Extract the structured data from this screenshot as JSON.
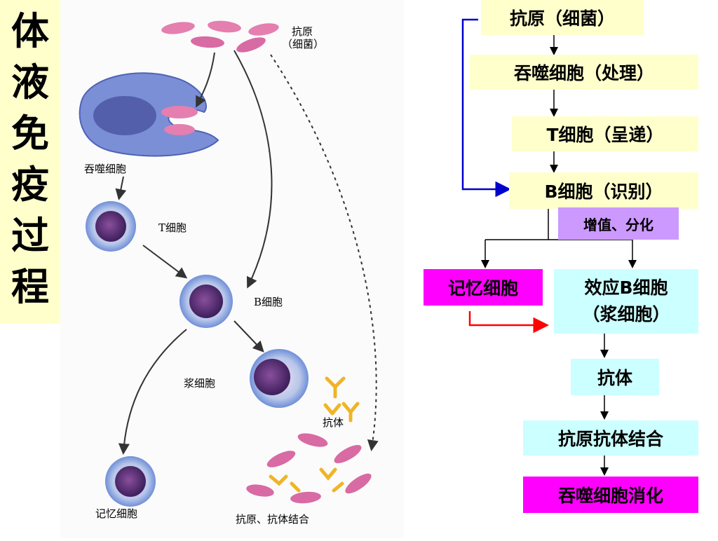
{
  "slide_title": [
    "体",
    "液",
    "免",
    "疫",
    "过",
    "程"
  ],
  "illustration": {
    "antigen_label_1": "抗原",
    "antigen_label_2": "（细菌）",
    "phagocyte": "吞噬细胞",
    "t_cell": "T细胞",
    "b_cell": "B细胞",
    "plasma_cell": "浆细胞",
    "antibody": "抗体",
    "memory_cell": "记忆细胞",
    "binding": "抗原、抗体结合"
  },
  "flow": {
    "antigen": "抗原（细菌）",
    "phagocyte": "吞噬细胞（处理）",
    "t_cell": "T细胞（呈递）",
    "b_cell": "B细胞（识别）",
    "proliferate": "增值、分化",
    "memory": "记忆细胞",
    "effector_1": "效应B细胞",
    "effector_2": "（浆细胞）",
    "antibody": "抗体",
    "binding": "抗原抗体结合",
    "digest": "吞噬细胞消化"
  },
  "colors": {
    "title_bg": "#ffffcc",
    "yellow_box": "#ffffcc",
    "cyan_box": "#ccffff",
    "magenta_box": "#ff00ff",
    "lilac_box": "#cc99ff",
    "blue_connector": "#0000cc",
    "red_connector": "#ff0000"
  }
}
